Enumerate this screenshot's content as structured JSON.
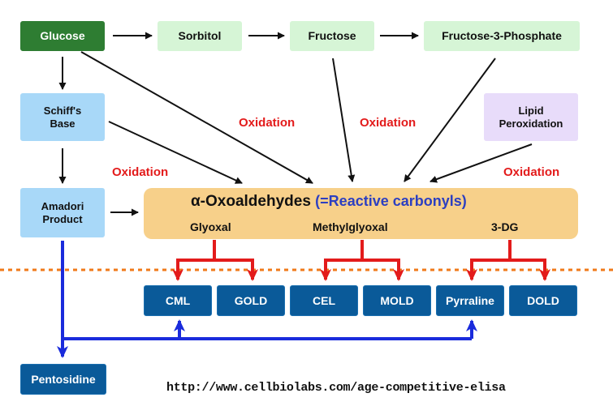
{
  "nodes": {
    "glucose": "Glucose",
    "sorbitol": "Sorbitol",
    "fructose": "Fructose",
    "fructose3p": "Fructose-3-Phosphate",
    "schiff_line1": "Schiff's",
    "schiff_line2": "Base",
    "lipid_line1": "Lipid",
    "lipid_line2": "Peroxidation",
    "amadori_line1": "Amadori",
    "amadori_line2": "Product",
    "pentosidine": "Pentosidine"
  },
  "oxidation_label": "Oxidation",
  "oxoaldehydes": {
    "title": "α-Oxoaldehydes",
    "subtitle": "(=Reactive carbonyls)",
    "glyoxal": "Glyoxal",
    "methylglyoxal": "Methylglyoxal",
    "dg": "3-DG"
  },
  "ages": [
    "CML",
    "GOLD",
    "CEL",
    "MOLD",
    "Pyrraline",
    "DOLD"
  ],
  "url": "http://www.cellbiolabs.com/age-competitive-elisa",
  "colors": {
    "arrow_black": "#111111",
    "arrow_red": "#e31b1b",
    "arrow_blue": "#1a2bdc",
    "divider": "#f07a1a"
  }
}
